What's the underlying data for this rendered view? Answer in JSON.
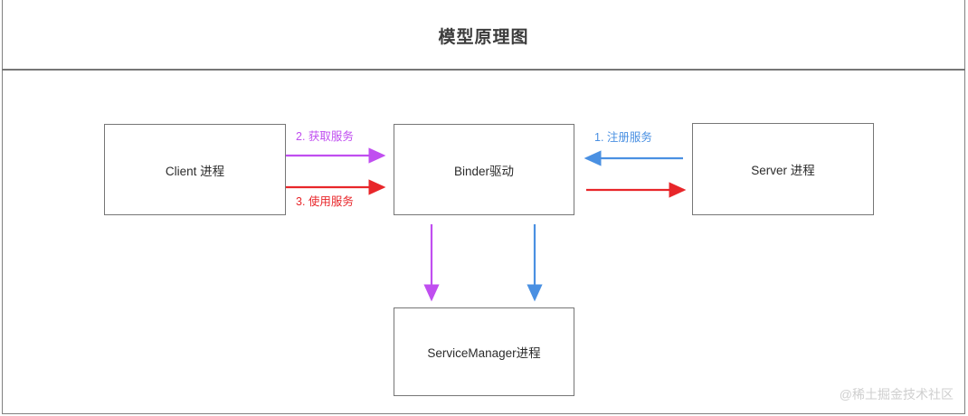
{
  "header": {
    "title": "模型原理图"
  },
  "diagram": {
    "nodes": [
      {
        "id": "client",
        "label": "Client 进程"
      },
      {
        "id": "binder",
        "label": "Binder驱动"
      },
      {
        "id": "server",
        "label": "Server 进程"
      },
      {
        "id": "sm",
        "label": "ServiceManager进程"
      }
    ],
    "edges": [
      {
        "id": "register",
        "label": "1. 注册服务",
        "color": "#4a90e2",
        "from": "server",
        "to": "binder",
        "direction": "left"
      },
      {
        "id": "acquire",
        "label": "2. 获取服务",
        "color": "#c04ef0",
        "from": "client",
        "to": "binder",
        "direction": "right"
      },
      {
        "id": "use",
        "label": "3. 使用服务",
        "color": "#e8262a",
        "from": "client",
        "to": "binder",
        "direction": "right"
      },
      {
        "id": "binder-to-server",
        "label": "",
        "color": "#e8262a",
        "from": "binder",
        "to": "server",
        "direction": "right"
      },
      {
        "id": "binder-to-sm-purple",
        "label": "",
        "color": "#c04ef0",
        "from": "binder",
        "to": "sm",
        "direction": "down"
      },
      {
        "id": "binder-to-sm-blue",
        "label": "",
        "color": "#4a90e2",
        "from": "binder",
        "to": "sm",
        "direction": "down"
      }
    ],
    "colors": {
      "box_border": "#767676",
      "text": "#2b2b2b",
      "blue": "#4a90e2",
      "purple": "#c04ef0",
      "red": "#e8262a"
    }
  },
  "watermark": {
    "text": "@稀土掘金技术社区"
  }
}
